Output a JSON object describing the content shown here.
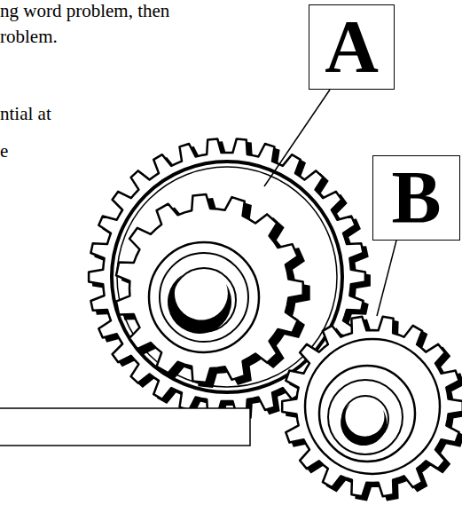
{
  "diagram": {
    "nodes": [
      {
        "text": [
          "A"
        ]
      },
      {
        "text": [
          "B"
        ]
      }
    ],
    "labels": [
      "ng word problem, then",
      "roblem.",
      "ntial at",
      "e"
    ]
  }
}
